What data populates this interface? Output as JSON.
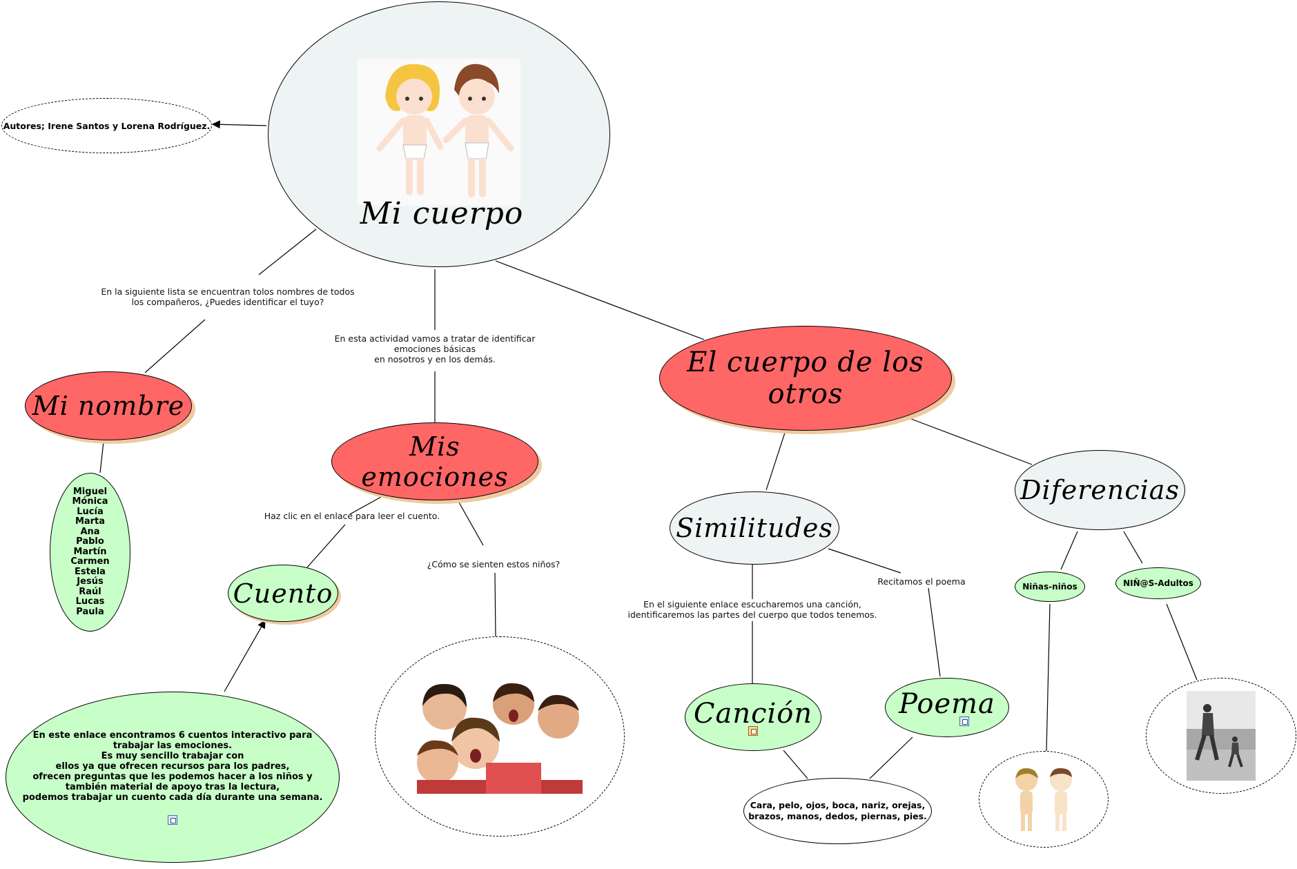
{
  "nodes": {
    "central_title": "Mi cuerpo",
    "authors": "Autores; Irene Santos y Lorena Rodríguez.",
    "mi_nombre": "Mi nombre",
    "mis_emociones": "Mis emociones",
    "cuerpo_otros": "El cuerpo de los otros",
    "cuento": "Cuento",
    "similitudes": "Similitudes",
    "diferencias": "Diferencias",
    "cancion": "Canción",
    "poema": "Poema",
    "ninas_ninos": "Niñas-niños",
    "ninos_adultos": "NIÑ@S-Adultos",
    "partes_cuerpo": "Cara, pelo, ojos, boca, nariz, orejas,\nbrazos, manos, dedos, piernas, pies.",
    "cuentos_info": "En este enlace encontramos 6 cuentos interactivo para\ntrabajar las emociones.\nEs muy sencillo trabajar con\nellos ya que ofrecen recursos para los padres,\nofrecen preguntas que les podemos hacer a los niños y\ntambién material de apoyo tras la lectura,\npodemos trabajar un cuento cada día durante una semana."
  },
  "names": [
    "Miguel",
    "Mónica",
    "Lucía",
    "Marta",
    "Ana",
    "Pablo",
    "Martín",
    "Carmen",
    "Estela",
    "Jesús",
    "Raúl",
    "Lucas",
    "Paula"
  ],
  "labels": {
    "lista": "En la siguiente lista se encuentran tolos nombres de todos\nlos compañeros, ¿Puedes identificar el tuyo?",
    "emociones": "En esta actividad vamos a tratar de identificar\nemociones básicas\nen nosotros y en los demás.",
    "enlace_cuento": "Haz clic en el enlace para leer el cuento.",
    "como_sienten": "¿Cómo se sienten estos niños?",
    "cancion": "En el siguiente enlace escucharemos una canción,\nidentificaremos las partes del cuerpo que todos tenemos.",
    "recitamos": "Recitamos el poema"
  },
  "colors": {
    "red_node": "#ff6666",
    "green_node": "#c8ffc8",
    "pale_node": "#eef4f4",
    "shadow": "#f0c9a0"
  },
  "icons": [
    "link-icon",
    "arrow-head"
  ]
}
